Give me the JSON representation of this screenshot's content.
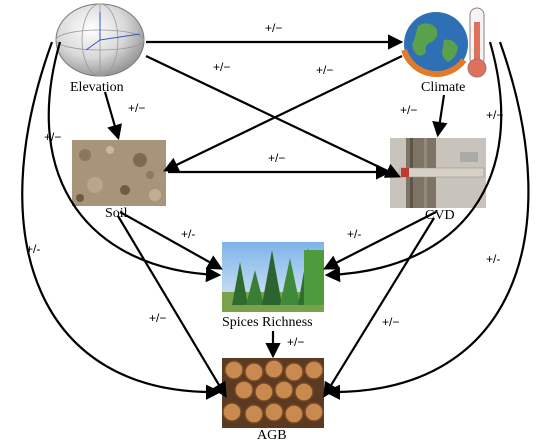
{
  "nodes": {
    "elevation": {
      "label": "Elevation"
    },
    "climate": {
      "label": "Climate"
    },
    "soil": {
      "label": "Soil"
    },
    "cvd": {
      "label": "CVD"
    },
    "richness": {
      "label": "Spices Richness"
    },
    "agb": {
      "label": "AGB"
    }
  },
  "edge_labels": {
    "elev_climate": "+/−",
    "elev_cvd": "+/−",
    "climate_soil": "+/−",
    "soil_cvd": "+/−",
    "elev_soil": "+/−",
    "climate_cvd": "+/−",
    "elev_left_outer": "+/−",
    "climate_right_outer": "+/−",
    "elev_agb": "+/-",
    "climate_agb": "+/-",
    "soil_richness": "+/-",
    "cvd_richness": "+/-",
    "soil_agb": "+/−",
    "cvd_agb": "+/−",
    "richness_agb": "+/−"
  }
}
